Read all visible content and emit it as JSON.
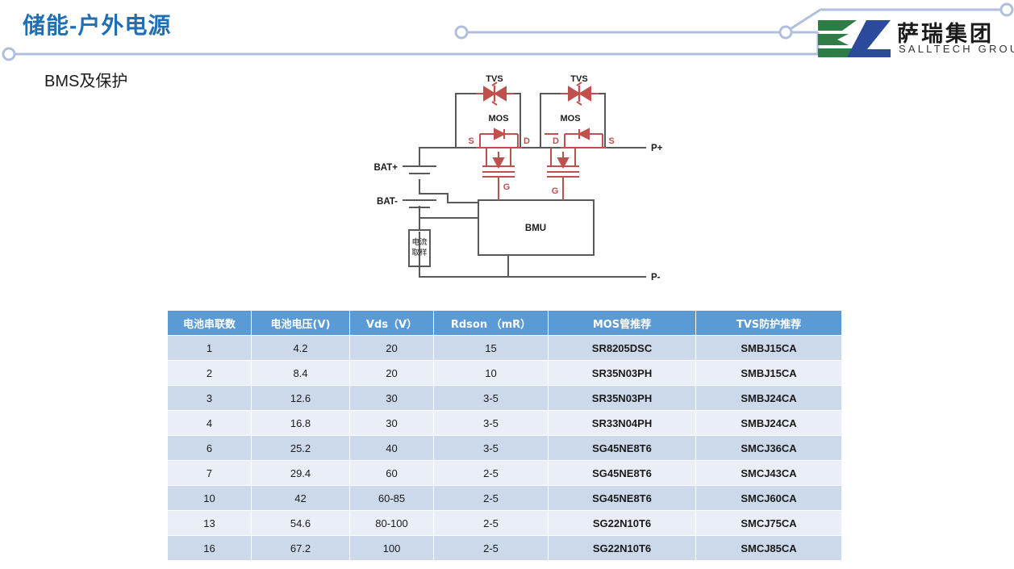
{
  "header": {
    "title": "储能-户外电源",
    "title_color": "#1F6FB5",
    "deco_color": "#AFBFDC"
  },
  "logo": {
    "name_cn": "萨瑞集团",
    "name_en": "SALLTECH GROUP",
    "mark_green": "#2E7D46",
    "mark_blue": "#2B4A9B"
  },
  "subtitle": "BMS及保护",
  "circuit": {
    "labels": {
      "tvs_left": "TVS",
      "tvs_right": "TVS",
      "mos_left": "MOS",
      "mos_right": "MOS",
      "s_left": "S",
      "d_left": "D",
      "g_left": "G",
      "d_right": "D",
      "s_right": "S",
      "g_right": "G",
      "bat_plus": "BAT+",
      "bat_minus": "BAT-",
      "p_plus": "P+",
      "p_minus": "P-",
      "bmu": "BMU",
      "shunt_line1": "电流",
      "shunt_line2": "取样"
    },
    "wire_color": "#595959",
    "device_color": "#C0504D"
  },
  "table": {
    "header_color": "#5B9BD5",
    "part_color": "#e8161a",
    "columns": [
      "电池串联数",
      "电池电压(V)",
      "Vds（V）",
      "Rdson （mR）",
      "MOS管推荐",
      "TVS防护推荐"
    ],
    "rows": [
      [
        "1",
        "4.2",
        "20",
        "15",
        "SR8205DSC",
        "SMBJ15CA"
      ],
      [
        "2",
        "8.4",
        "20",
        "10",
        "SR35N03PH",
        "SMBJ15CA"
      ],
      [
        "3",
        "12.6",
        "30",
        "3-5",
        "SR35N03PH",
        "SMBJ24CA"
      ],
      [
        "4",
        "16.8",
        "30",
        "3-5",
        "SR33N04PH",
        "SMBJ24CA"
      ],
      [
        "6",
        "25.2",
        "40",
        "3-5",
        "SG45NE8T6",
        "SMCJ36CA"
      ],
      [
        "7",
        "29.4",
        "60",
        "2-5",
        "SG45NE8T6",
        "SMCJ43CA"
      ],
      [
        "10",
        "42",
        "60-85",
        "2-5",
        "SG45NE8T6",
        "SMCJ60CA"
      ],
      [
        "13",
        "54.6",
        "80-100",
        "2-5",
        "SG22N10T6",
        "SMCJ75CA"
      ],
      [
        "16",
        "67.2",
        "100",
        "2-5",
        "SG22N10T6",
        "SMCJ85CA"
      ]
    ]
  }
}
